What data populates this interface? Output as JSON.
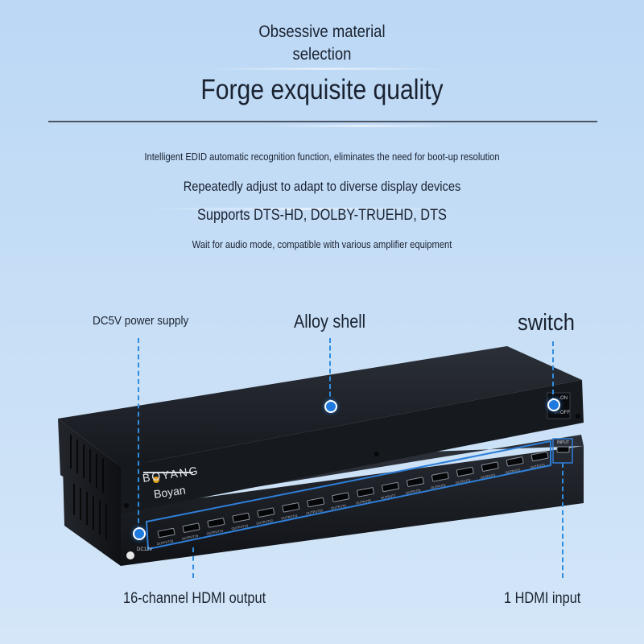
{
  "header": {
    "subtitle_line1": "Obsessive material",
    "subtitle_line2": "selection",
    "title": "Forge exquisite quality"
  },
  "features": [
    "Intelligent EDID automatic recognition function, eliminates the need for boot-up resolution",
    "Repeatedly adjust to adapt to diverse display devices",
    "Supports DTS-HD, DOLBY-TRUEHD, DTS",
    "Wait for audio mode, compatible with various amplifier equipment"
  ],
  "callouts": {
    "power": "DC5V power supply",
    "shell": "Alloy shell",
    "switch": "switch",
    "outputs": "16-channel HDMI output",
    "input": "1 HDMI input"
  },
  "device": {
    "brand": "BOYANG",
    "brand_sub": "Boyan",
    "dc_label": "DC12V",
    "switch_on": "ON",
    "switch_off": "OFF",
    "input_label": "INPUT",
    "port_labels": [
      "OUTPUT16",
      "OUTPUT15",
      "OUTPUT14",
      "OUTPUT13",
      "OUTPUT12",
      "OUTPUT11",
      "OUTPUT10",
      "OUTPUT9",
      "OUTPUT8",
      "OUTPUT7",
      "OUTPUT6",
      "OUTPUT5",
      "OUTPUT4",
      "OUTPUT3",
      "OUTPUT2",
      "OUTPUT1"
    ]
  },
  "colors": {
    "accent_blue": "#1f7ae0",
    "body_dark": "#1c1f25",
    "background": "#c6def6"
  }
}
